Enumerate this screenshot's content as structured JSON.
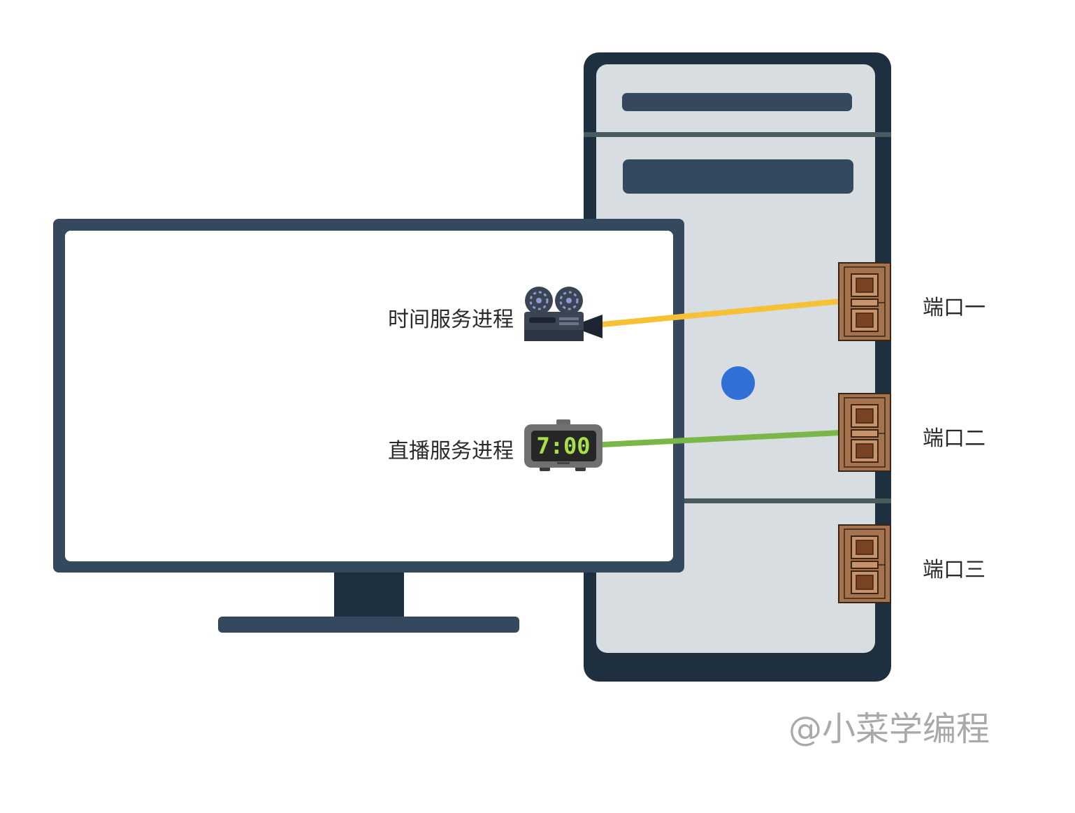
{
  "processes": [
    {
      "label": "时间服务进程",
      "icon": "film-camera-icon",
      "line_color": "#f7c137"
    },
    {
      "label": "直播服务进程",
      "icon": "alarm-clock-icon",
      "line_color": "#7ab648",
      "clock_text": "7:00"
    }
  ],
  "ports": [
    {
      "label": "端口一"
    },
    {
      "label": "端口二"
    },
    {
      "label": "端口三"
    }
  ],
  "watermark": "@小菜学编程",
  "colors": {
    "monitor_frame": "#34495e",
    "monitor_stand": "#1e2f40",
    "tower_frame": "#1e2f40",
    "tower_panel": "#d8dde2",
    "drive_slot": "#34495e",
    "power_led": "#2f6fd6",
    "port_wood": "#a6734f"
  }
}
